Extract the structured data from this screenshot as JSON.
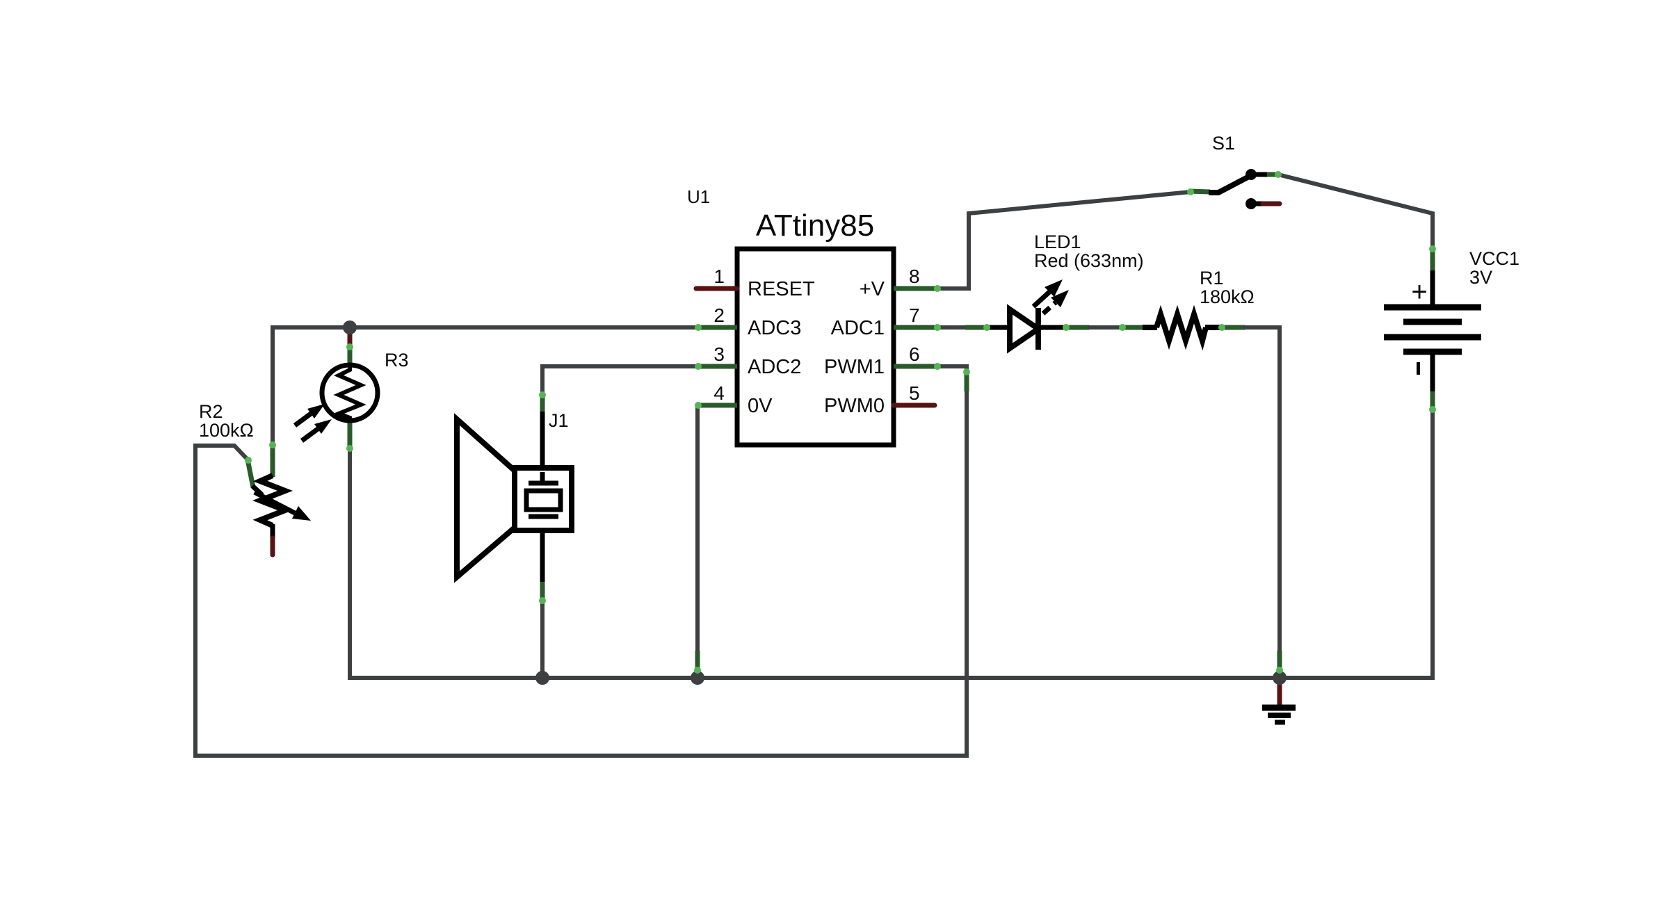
{
  "colors": {
    "bg": "#ffffff",
    "wire": "#3d3f41",
    "leg": "#2a5a2a",
    "hot": "#55b455",
    "open": "#571313",
    "black": "#000000"
  },
  "chip": {
    "ref": "U1",
    "title": "ATtiny85",
    "left_pins": [
      {
        "num": "1",
        "label": "RESET"
      },
      {
        "num": "2",
        "label": "ADC3"
      },
      {
        "num": "3",
        "label": "ADC2"
      },
      {
        "num": "4",
        "label": "0V"
      }
    ],
    "right_pins": [
      {
        "num": "8",
        "label": "+V"
      },
      {
        "num": "7",
        "label": "ADC1"
      },
      {
        "num": "6",
        "label": "PWM1"
      },
      {
        "num": "5",
        "label": "PWM0"
      }
    ]
  },
  "switch": {
    "ref": "S1"
  },
  "battery": {
    "ref": "VCC1",
    "value": "3V",
    "plus_label": "+"
  },
  "led": {
    "ref": "LED1",
    "value": "Red (633nm)"
  },
  "r1": {
    "ref": "R1",
    "value": "180kΩ"
  },
  "r2": {
    "ref": "R2",
    "value": "100kΩ"
  },
  "r3": {
    "ref": "R3"
  },
  "speaker": {
    "ref": "J1"
  }
}
